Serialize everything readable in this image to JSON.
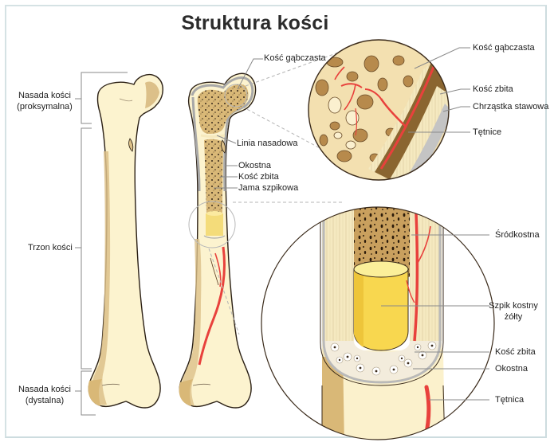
{
  "title": "Struktura kości",
  "left_labels": {
    "proximal_epiphysis": [
      "Nasada kości",
      "(proksymalna)"
    ],
    "diaphysis": "Trzon kości",
    "distal_epiphysis": [
      "Nasada kości",
      "(dystalna)"
    ]
  },
  "section_labels": {
    "spongy_bone": "Kość gąbczasta",
    "epiphyseal_line": "Linia nasadowa",
    "periosteum": "Okostna",
    "compact_bone": "Kość zbita",
    "medullary_cavity": "Jama szpikowa"
  },
  "top_inset_labels": {
    "spongy_bone": "Kość gąbczasta",
    "compact_bone": "Kość zbita",
    "articular_cartilage": "Chrząstka stawowa",
    "arteries": "Tętnice"
  },
  "bottom_inset_labels": {
    "endosteum": "Śródkostna",
    "yellow_marrow": [
      "Szpik kostny",
      "żółty"
    ],
    "compact_bone": "Kość zbita",
    "periosteum": "Okostna",
    "artery": "Tętnica"
  },
  "colors": {
    "bone_light": "#fcf3cf",
    "bone_shadow": "#dcc089",
    "spongy": "#d8b779",
    "marrow_yellow": "#f8d74f",
    "artery_red": "#e8413c",
    "outline": "#3a2a1a",
    "periosteum_gray": "#b9b9b9",
    "leader_line": "#888888",
    "frame": "#d5e2e4"
  }
}
